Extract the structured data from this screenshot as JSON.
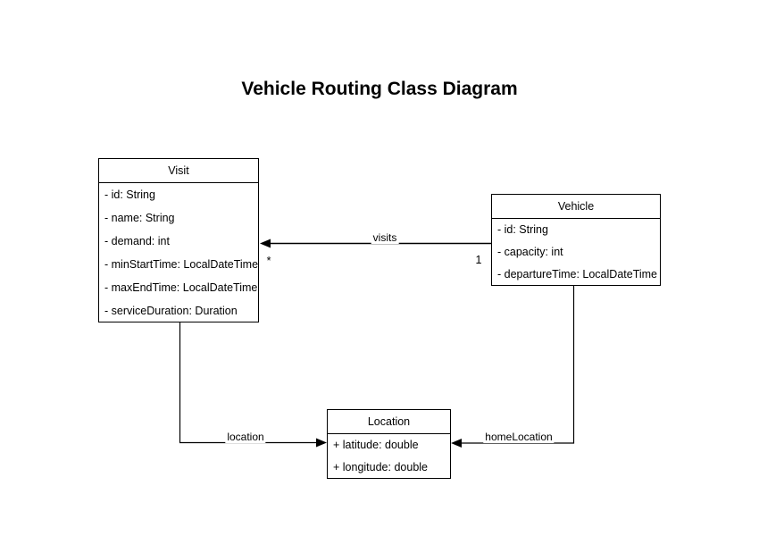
{
  "title": "Vehicle Routing Class Diagram",
  "colors": {
    "stroke": "#000000",
    "background": "#ffffff",
    "text": "#000000"
  },
  "classes": [
    {
      "name": "Visit",
      "fields": [
        "- id: String",
        "- name: String",
        "- demand: int",
        "- minStartTime: LocalDateTime",
        "- maxEndTime: LocalDateTime",
        "- serviceDuration: Duration"
      ]
    },
    {
      "name": "Vehicle",
      "fields": [
        "- id: String",
        "- capacity: int",
        "- departureTime: LocalDateTime"
      ]
    },
    {
      "name": "Location",
      "fields": [
        "+ latitude: double",
        "+ longitude: double"
      ]
    }
  ],
  "relations": [
    {
      "label": "visits",
      "from": "Vehicle",
      "to": "Visit",
      "source_multiplicity": "1",
      "target_multiplicity": "*"
    },
    {
      "label": "location",
      "from": "Visit",
      "to": "Location"
    },
    {
      "label": "homeLocation",
      "from": "Vehicle",
      "to": "Location"
    }
  ]
}
